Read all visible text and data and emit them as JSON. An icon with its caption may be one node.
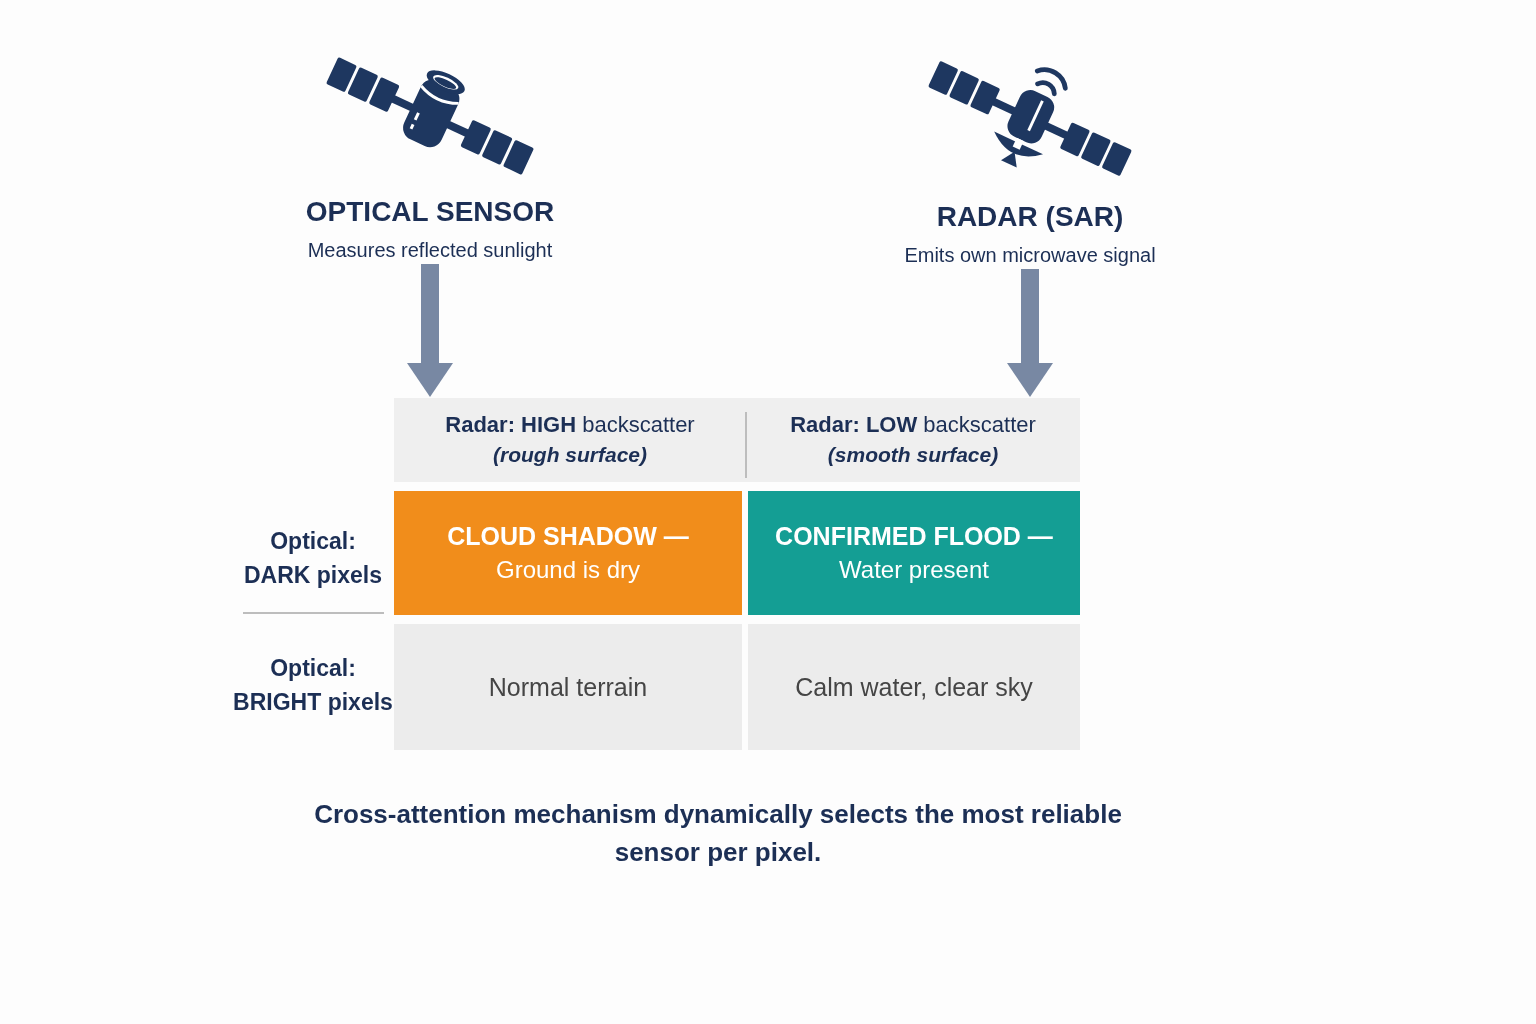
{
  "diagram": {
    "caption": "Cross-attention mechanism dynamically selects the most reliable sensor per pixel.",
    "nodes": [
      {
        "text": [
          "OPTICAL SENSOR",
          "Measures reflected sunlight"
        ]
      },
      {
        "text": [
          "RADAR (SAR)",
          "Emits own microwave signal"
        ]
      },
      {
        "text": [
          "**Radar: HIGH** backscatter",
          "(rough surface)"
        ]
      },
      {
        "text": [
          "**Radar: LOW** backscatter",
          "(smooth surface)"
        ]
      },
      {
        "text": [
          "CLOUD SHADOW —",
          "Ground is dry"
        ]
      },
      {
        "text": [
          "CONFIRMED FLOOD —",
          "Water present"
        ]
      },
      {
        "text": [
          "Normal terrain"
        ]
      },
      {
        "text": [
          "Calm water, clear sky"
        ]
      }
    ],
    "edges": [
      {
        "from": 0,
        "to": 2,
        "arrow": "to"
      },
      {
        "from": 1,
        "to": 3,
        "arrow": "to"
      }
    ],
    "labels": [
      "Optical: DARK pixels",
      "Optical: BRIGHT pixels"
    ]
  }
}
